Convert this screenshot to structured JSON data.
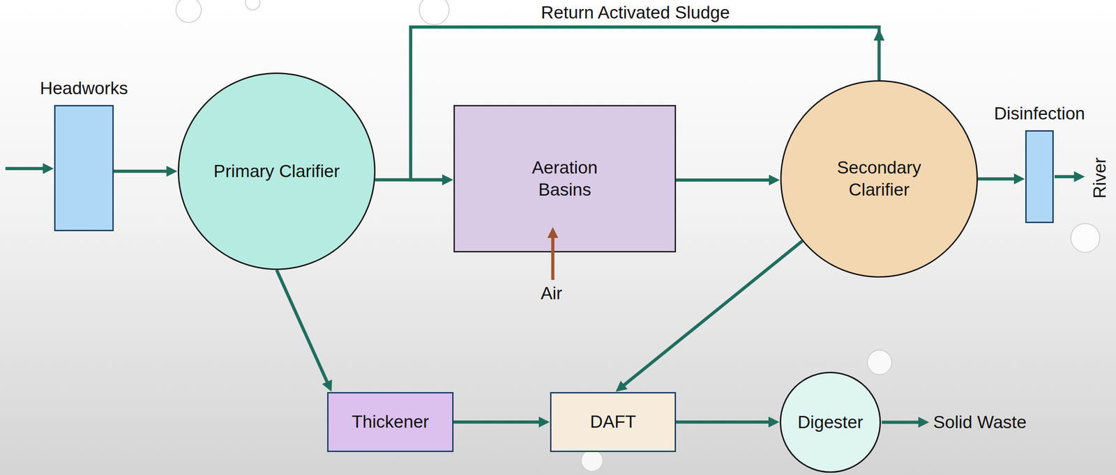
{
  "diagram": {
    "nodes": [
      {
        "text": [
          "Headworks"
        ]
      },
      {
        "text": [
          "Primary Clarifier"
        ]
      },
      {
        "text": [
          "Aeration Basins"
        ]
      },
      {
        "text": [
          "Secondary Clarifier"
        ]
      },
      {
        "text": [
          "Disinfection"
        ]
      },
      {
        "text": [
          "Thickener"
        ]
      },
      {
        "text": [
          "DAFT"
        ]
      },
      {
        "text": [
          "Digester"
        ]
      }
    ],
    "edges": [
      {
        "from": 0,
        "to": 1,
        "arrow": "to"
      },
      {
        "from": 1,
        "to": 2,
        "arrow": "to"
      },
      {
        "from": 2,
        "to": 3,
        "arrow": "to"
      },
      {
        "from": 3,
        "to": 4,
        "arrow": "to"
      },
      {
        "from": 3,
        "to": 2,
        "label": "Return Activated Sludge",
        "arrow": "to"
      },
      {
        "from": 1,
        "to": 5,
        "arrow": "to"
      },
      {
        "from": 3,
        "to": 6,
        "arrow": "to"
      },
      {
        "from": 5,
        "to": 6,
        "arrow": "to"
      },
      {
        "from": 6,
        "to": 7,
        "arrow": "to"
      }
    ],
    "labels": [
      "Air",
      "River",
      "Solid Waste"
    ]
  }
}
